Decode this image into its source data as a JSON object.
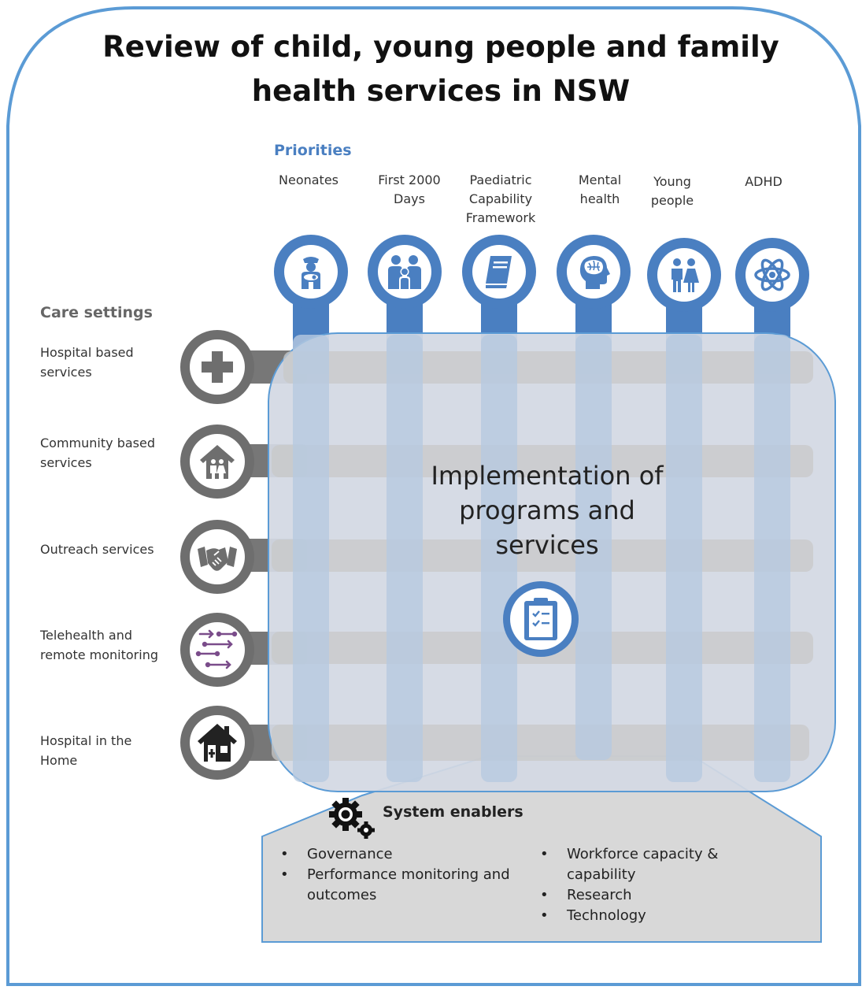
{
  "title": {
    "line1": "Review of child, young people and family",
    "line2": "health services in NSW"
  },
  "priorities": {
    "label": "Priorities",
    "items": [
      {
        "lines": [
          "Neonates"
        ],
        "icon": "nurse-baby-icon"
      },
      {
        "lines": [
          "First 2000",
          "Days"
        ],
        "icon": "family-icon"
      },
      {
        "lines": [
          "Paediatric",
          "Capability",
          "Framework"
        ],
        "icon": "book-icon"
      },
      {
        "lines": [
          "Mental",
          "health"
        ],
        "icon": "brain-head-icon"
      },
      {
        "lines": [
          "Young",
          "people"
        ],
        "icon": "boy-girl-icon"
      },
      {
        "lines": [
          "ADHD"
        ],
        "icon": "atom-icon"
      }
    ]
  },
  "care_settings": {
    "label": "Care settings",
    "items": [
      {
        "lines": [
          "Hospital based",
          "services"
        ],
        "icon": "medical-cross-icon"
      },
      {
        "lines": [
          "Community based",
          "services"
        ],
        "icon": "community-house-icon"
      },
      {
        "lines": [
          "Outreach services"
        ],
        "icon": "handshake-icon"
      },
      {
        "lines": [
          "Telehealth and",
          "remote monitoring"
        ],
        "icon": "connection-arrows-icon"
      },
      {
        "lines": [
          "Hospital in the",
          "Home"
        ],
        "icon": "house-medical-icon"
      }
    ]
  },
  "implementation": {
    "lines": [
      "Implementation of",
      "programs and",
      "services"
    ],
    "icon": "clipboard-check-icon"
  },
  "system_enablers": {
    "title": "System enablers",
    "icon": "gears-icon",
    "left_items": [
      "Governance",
      "Performance monitoring and outcomes"
    ],
    "right_items": [
      "Workforce capacity & capability",
      "Research",
      "Technology"
    ]
  },
  "colors": {
    "frame_border": "#5b9bd5",
    "priority_blue": "#4a7fc1",
    "care_grey": "#6e6e6e",
    "grid_grey": "#d9d9d9",
    "implementation_fill": "#d3d8e3",
    "enablers_fill": "#d8d8d8"
  }
}
